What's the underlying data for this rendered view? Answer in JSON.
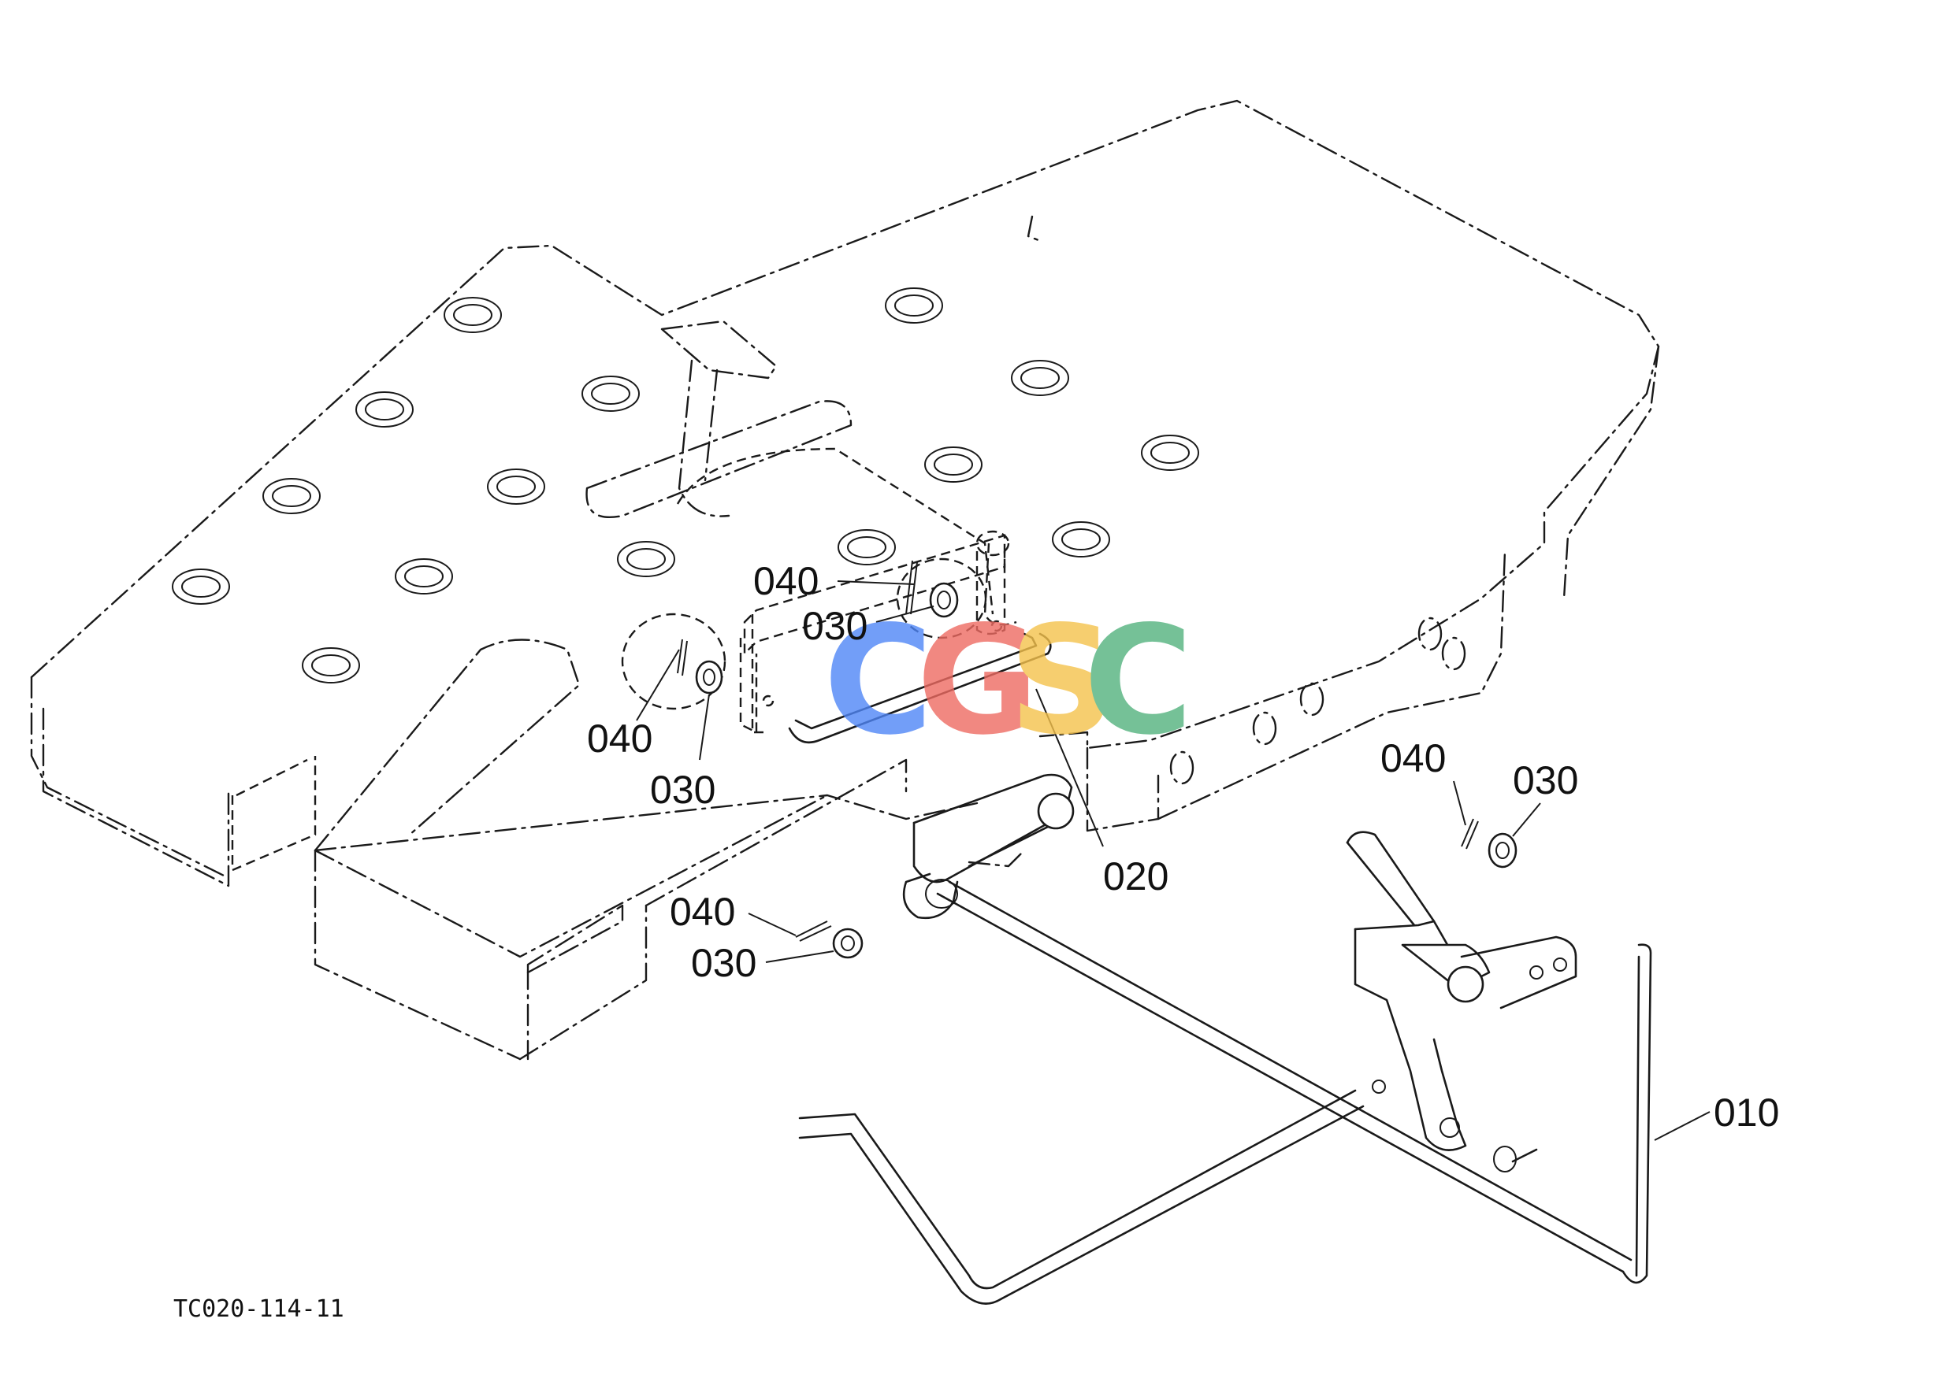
{
  "drawing_code": "TC020-114-11",
  "watermark": {
    "letters": [
      "C",
      "G",
      "S",
      "C"
    ],
    "colors": [
      "#4f86f7",
      "#ee6b62",
      "#f5c24c",
      "#53b27e"
    ]
  },
  "callouts": {
    "p010": "010",
    "p020": "020",
    "p030_a": "030",
    "p040_a": "040",
    "p030_b": "030",
    "p040_b": "040",
    "p030_c": "030",
    "p040_c": "040",
    "p030_d": "030",
    "p040_d": "040"
  },
  "colors": {
    "line": "#1a1a1a",
    "background": "#ffffff"
  }
}
